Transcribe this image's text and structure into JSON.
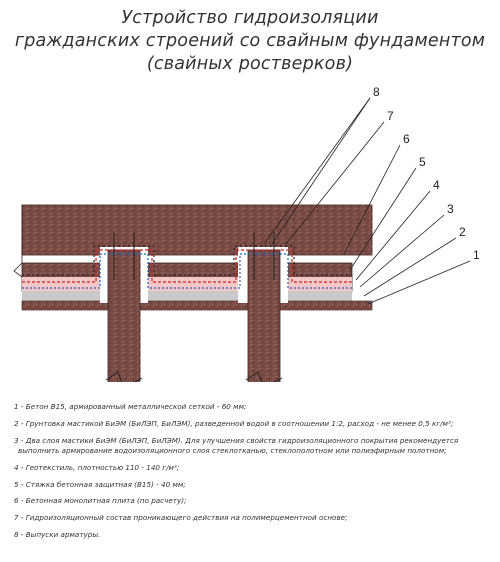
{
  "title": {
    "line1": "Устройство гидроизоляции",
    "line2": "гражданских строений со свайным фундаментом",
    "line3": "(свайных ростверков)"
  },
  "callouts": [
    "8",
    "7",
    "6",
    "5",
    "4",
    "3",
    "2",
    "1"
  ],
  "legend": [
    {
      "text": "1 - Бетон В15, армированный металлической сеткой - 60 мм;"
    },
    {
      "text": "2 - Грунтовка мастикой БиЭМ (БиЛЭП, БиЛЭМ), разведенной водой в соотношении 1:2, расход - не менее 0,5 кг/м²;"
    },
    {
      "text": "3 - Два слоя мастики БиЭМ (БиЛЭП, БиЛЭМ). Для улучшения свойств гидроизоляционного покрытия рекомендуется",
      "cont": "выполнить армирование водоизоляционного слоя стеклотканью, стеклополотном или полиэфирным полотном;"
    },
    {
      "text": "4 - Геотекстиль, плотностью 110 - 140 г/м²;"
    },
    {
      "text": "5 - Стяжка бетонная защитная (В15) - 40 мм;"
    },
    {
      "text": "6 - Бетонная монолитная плита (по расчету);"
    },
    {
      "text": "7 - Гидроизоляционный состав проникающего действия на полимерцементной основе;"
    },
    {
      "text": "8 - Выпуски арматуры."
    }
  ],
  "colors": {
    "concrete": "#7a4a44",
    "concrete_dark": "#5e3632",
    "pink_layer": "#f3c9c9",
    "red_dash": "#d2232a",
    "blue_dash": "#1f5fbf"
  }
}
